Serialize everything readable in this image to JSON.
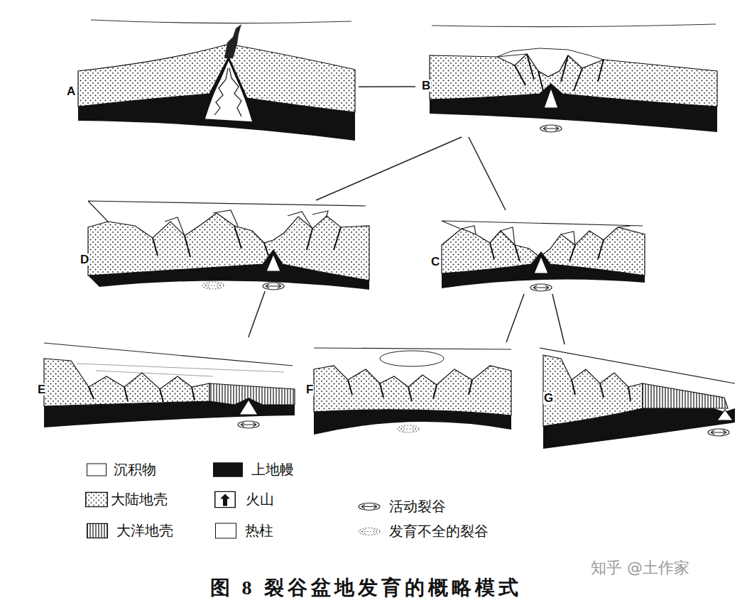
{
  "diagram": {
    "caption": "图 8 裂谷盆地发育的概略模式",
    "nodes": [
      {
        "text": [
          "A"
        ]
      },
      {
        "text": [
          "B"
        ]
      },
      {
        "text": [
          "D"
        ]
      },
      {
        "text": [
          "C"
        ]
      },
      {
        "text": [
          "E"
        ]
      },
      {
        "text": [
          "F"
        ]
      },
      {
        "text": [
          "G"
        ]
      }
    ],
    "edges": [
      {
        "from": 0,
        "to": 1,
        "arrow": "none"
      },
      {
        "from": 1,
        "to": 2,
        "arrow": "none"
      },
      {
        "from": 1,
        "to": 3,
        "arrow": "none"
      },
      {
        "from": 2,
        "to": 4,
        "arrow": "none"
      },
      {
        "from": 3,
        "to": 5,
        "arrow": "none"
      },
      {
        "from": 3,
        "to": 6,
        "arrow": "none"
      }
    ],
    "labels": [
      "知乎 @土作家"
    ],
    "legend": [
      {
        "text": "沉积物",
        "color": "#ffffff"
      },
      {
        "text": "上地幔",
        "color": "#111111"
      },
      {
        "text": "大陆地壳"
      },
      {
        "text": "火山"
      },
      {
        "text": "活动裂谷"
      },
      {
        "text": "大洋地壳"
      },
      {
        "text": "热柱",
        "color": "#ffffff"
      },
      {
        "text": "发育不全的裂谷"
      }
    ]
  }
}
